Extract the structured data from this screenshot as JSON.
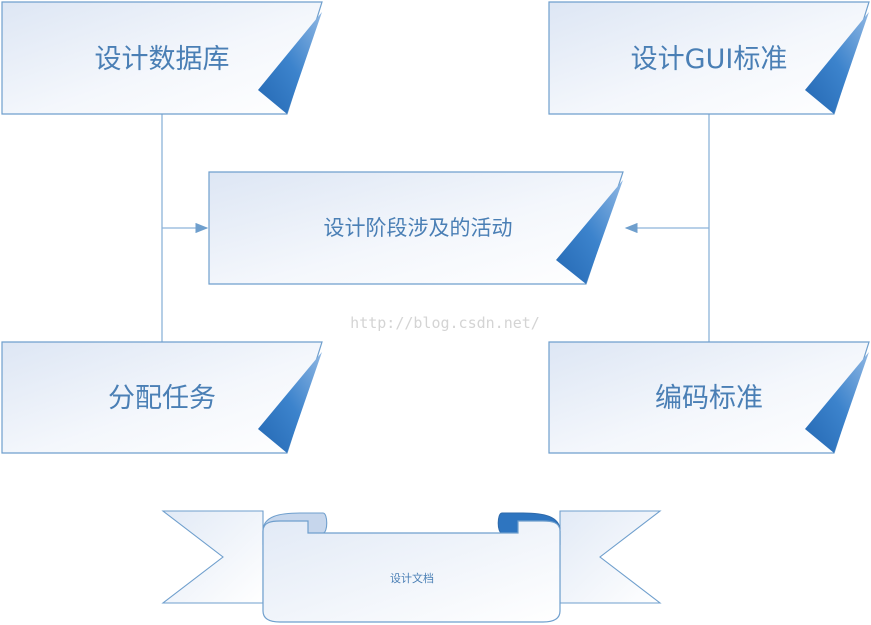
{
  "boxes": {
    "design_database": "设计数据库",
    "design_gui_standard": "设计GUI标准",
    "center_activity": "设计阶段涉及的活动",
    "assign_tasks": "分配任务",
    "coding_standard": "编码标准"
  },
  "banner": {
    "label": "设计文档"
  },
  "watermark": "http://blog.csdn.net/",
  "colors": {
    "stroke": "#6f9fcd",
    "accent": "#2e75c0",
    "text": "#4a7fb5",
    "fill_light": "#f7f9fd",
    "fill_dark": "#dfe8f5"
  }
}
